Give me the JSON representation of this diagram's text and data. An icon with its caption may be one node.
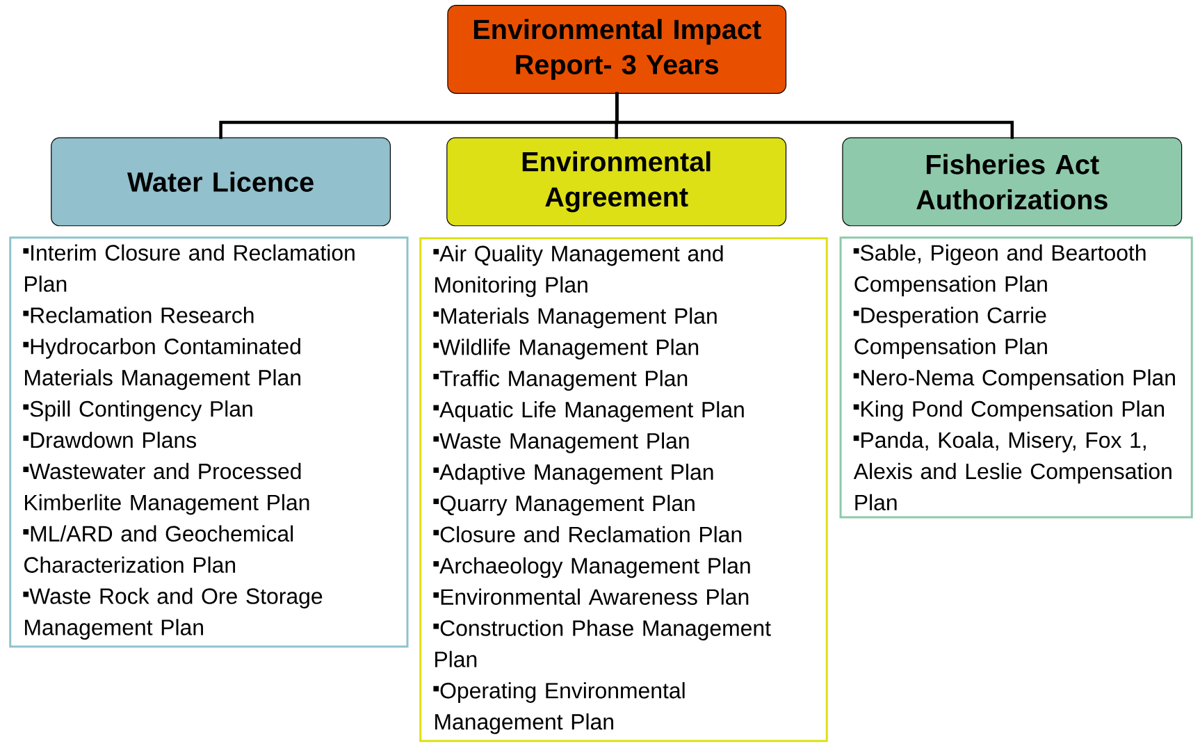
{
  "diagram": {
    "nodes": [
      {
        "text": [
          "Environmental Impact Report- 3 Years"
        ]
      },
      {
        "text": [
          "Water Licence"
        ]
      },
      {
        "text": [
          "Environmental Agreement"
        ]
      },
      {
        "text": [
          "Fisheries Act Authorizations"
        ]
      },
      {
        "text": [
          "Interim Closure and Reclamation Plan",
          "Reclamation Research",
          "Hydrocarbon Contaminated Materials Management Plan",
          "Spill Contingency Plan",
          "Drawdown Plans",
          "Wastewater and Processed Kimberlite Management Plan",
          "ML/ARD and Geochemical Characterization Plan",
          "Waste Rock and Ore Storage Management Plan"
        ]
      },
      {
        "text": [
          "Air Quality Management and Monitoring Plan",
          "Materials Management Plan",
          "Wildlife Management Plan",
          "Traffic Management Plan",
          "Aquatic Life Management Plan",
          "Waste Management Plan",
          "Adaptive Management Plan",
          "Quarry Management Plan",
          "Closure and Reclamation Plan",
          "Archaeology Management Plan",
          "Environmental Awareness Plan",
          "Construction Phase Management Plan",
          "Operating Environmental Management Plan"
        ]
      },
      {
        "text": [
          "Sable, Pigeon and Beartooth Compensation Plan",
          "Desperation Carrie Compensation Plan",
          "Nero-Nema Compensation Plan",
          "King Pond Compensation Plan",
          "Panda, Koala, Misery, Fox 1, Alexis and Leslie Compensation Plan"
        ]
      }
    ],
    "edges": [
      {
        "from": 0,
        "to": 1,
        "arrow": "none"
      },
      {
        "from": 0,
        "to": 2,
        "arrow": "none"
      },
      {
        "from": 0,
        "to": 3,
        "arrow": "none"
      }
    ]
  }
}
